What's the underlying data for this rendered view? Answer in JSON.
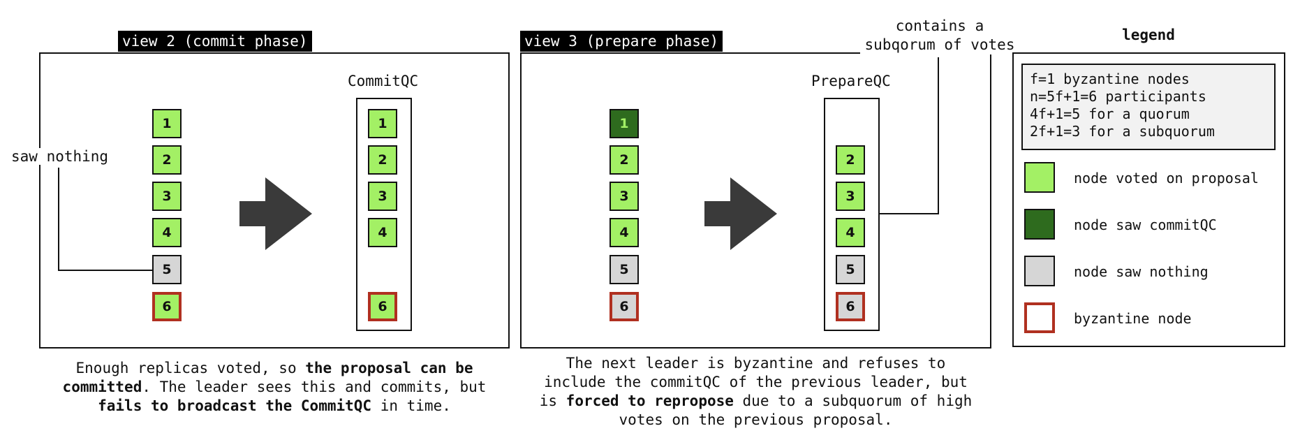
{
  "view2": {
    "tag": "view 2 (commit phase)",
    "saw_nothing": "saw nothing",
    "qc_label": "CommitQC",
    "nodes_left": [
      {
        "label": "1",
        "state": "voted",
        "byzantine": false
      },
      {
        "label": "2",
        "state": "voted",
        "byzantine": false
      },
      {
        "label": "3",
        "state": "voted",
        "byzantine": false
      },
      {
        "label": "4",
        "state": "voted",
        "byzantine": false
      },
      {
        "label": "5",
        "state": "nothing",
        "byzantine": false
      },
      {
        "label": "6",
        "state": "voted",
        "byzantine": true
      }
    ],
    "nodes_qc": [
      {
        "label": "1",
        "state": "voted",
        "byzantine": false
      },
      {
        "label": "2",
        "state": "voted",
        "byzantine": false
      },
      {
        "label": "3",
        "state": "voted",
        "byzantine": false
      },
      {
        "label": "4",
        "state": "voted",
        "byzantine": false
      },
      {
        "label": "6",
        "state": "voted",
        "byzantine": true
      }
    ],
    "caption": {
      "p1": "Enough replicas voted, so ",
      "b1": "the proposal can be committed",
      "p2": ". The leader sees this and commits, but ",
      "b2": "fails to broadcast the CommitQC",
      "p3": " in time."
    }
  },
  "view3": {
    "tag": "view 3 (prepare phase)",
    "qc_label": "PrepareQC",
    "subquorum_note_line1": "contains a",
    "subquorum_note_line2": "subqorum of votes",
    "nodes_left": [
      {
        "label": "1",
        "state": "commit",
        "byzantine": false
      },
      {
        "label": "2",
        "state": "voted",
        "byzantine": false
      },
      {
        "label": "3",
        "state": "voted",
        "byzantine": false
      },
      {
        "label": "4",
        "state": "voted",
        "byzantine": false
      },
      {
        "label": "5",
        "state": "nothing",
        "byzantine": false
      },
      {
        "label": "6",
        "state": "nothing",
        "byzantine": true
      }
    ],
    "nodes_qc": [
      {
        "label": "2",
        "state": "voted",
        "byzantine": false
      },
      {
        "label": "3",
        "state": "voted",
        "byzantine": false
      },
      {
        "label": "4",
        "state": "voted",
        "byzantine": false
      },
      {
        "label": "5",
        "state": "nothing",
        "byzantine": false
      },
      {
        "label": "6",
        "state": "nothing",
        "byzantine": true
      }
    ],
    "caption": {
      "p1": "The next leader is byzantine and refuses to include the commitQC of the previous leader, but is ",
      "b1": "forced to repropose",
      "p2": " due to a subquorum of high votes on the previous proposal."
    }
  },
  "legend": {
    "title": "legend",
    "info_lines": [
      "f=1 byzantine nodes",
      "n=5f+1=6 participants",
      "4f+1=5 for a quorum",
      "2f+1=3 for a subquorum"
    ],
    "items": [
      {
        "label": "node voted on proposal",
        "swatch": "voted"
      },
      {
        "label": "node saw commitQC",
        "swatch": "commit"
      },
      {
        "label": "node saw nothing",
        "swatch": "nothing"
      },
      {
        "label": "byzantine node",
        "swatch": "byzantine"
      }
    ]
  },
  "colors": {
    "voted": "#a3f065",
    "commit": "#2e6b1e",
    "nothing": "#d6d6d6",
    "byzantine_border": "#b03020",
    "arrow": "#3a3a3a"
  }
}
